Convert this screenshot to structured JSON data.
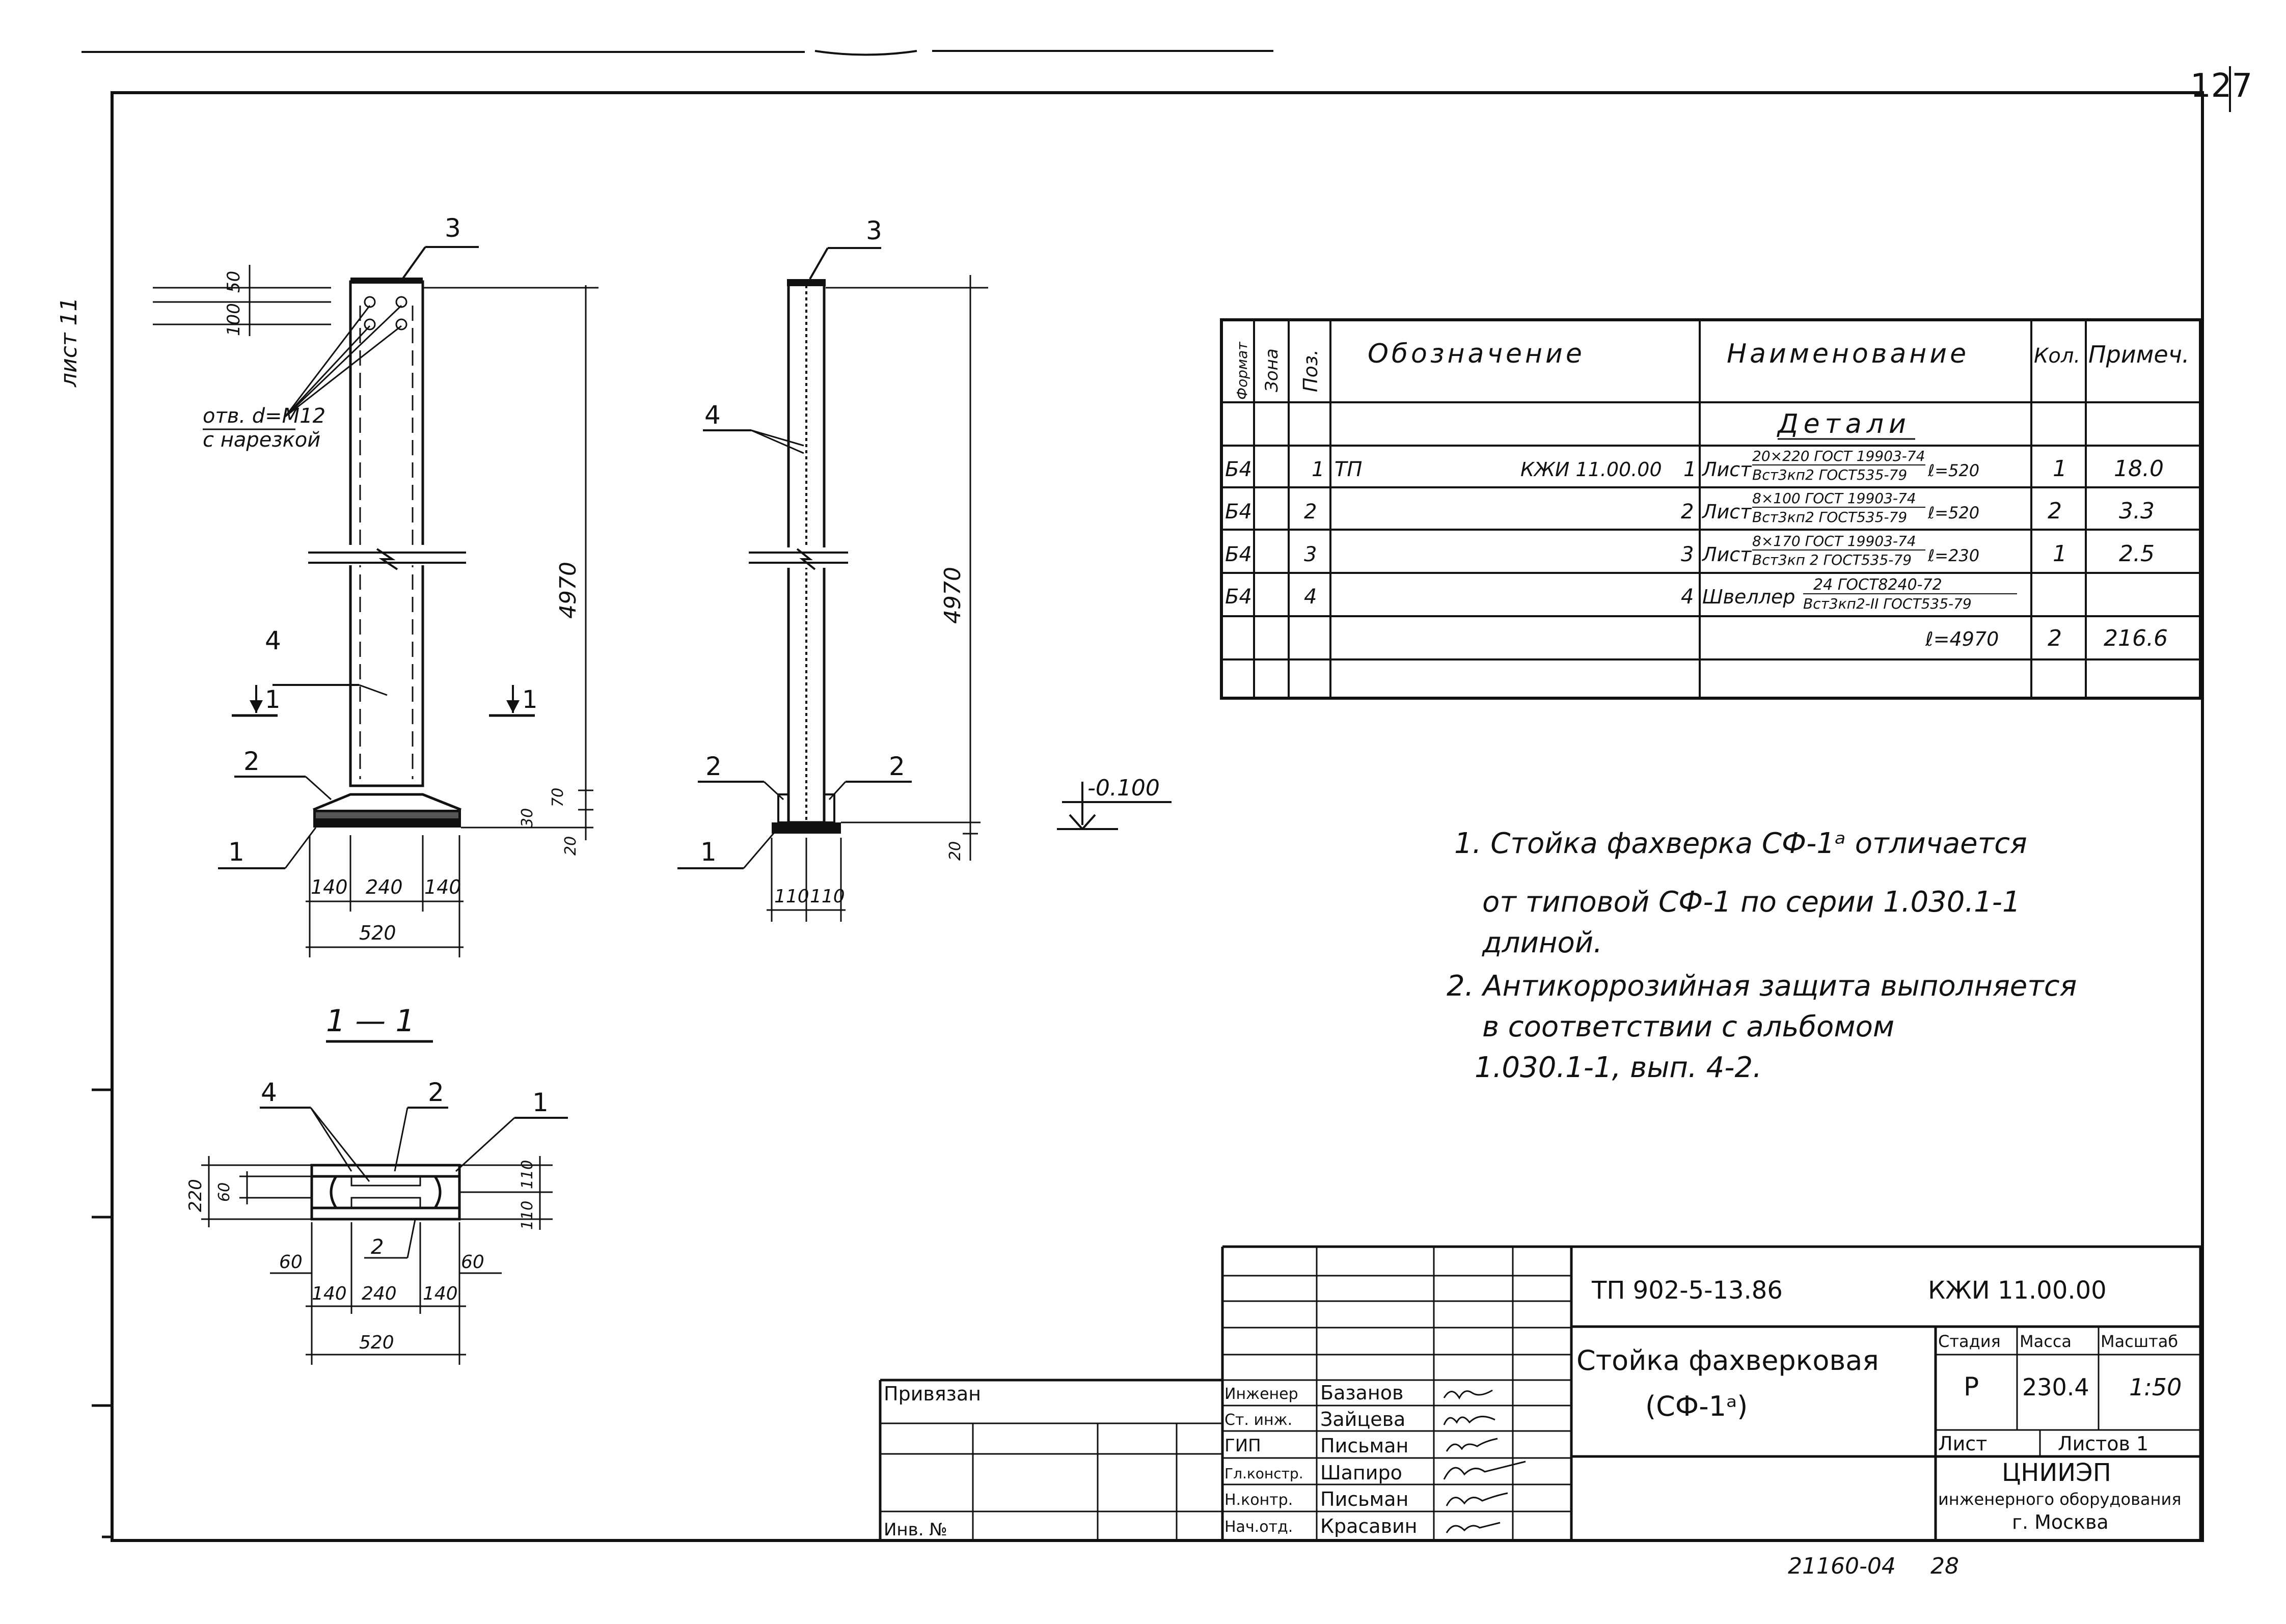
{
  "page_number": "127",
  "side_label": "лист 11",
  "bottom_code": "21160-04",
  "bottom_number": "28",
  "views": {
    "side": {
      "pos_3": "3",
      "pos_4": "4",
      "pos_2": "2",
      "pos_1": "1",
      "hole_note_1": "отв. d=M12",
      "hole_note_2": "с нарезкой",
      "dim_100": "100",
      "dim_50": "50",
      "dim_height": "4970",
      "dim_30": "30",
      "dim_70": "70",
      "dim_20": "20",
      "dim_140_left": "140",
      "dim_240": "240",
      "dim_140_right": "140",
      "dim_520": "520",
      "section_mark_left": "1",
      "section_mark_right": "1"
    },
    "front": {
      "pos_3": "3",
      "pos_4": "4",
      "pos_2_left": "2",
      "pos_2_right": "2",
      "pos_1": "1",
      "dim_height": "4970",
      "dim_20": "20",
      "dim_110_left": "110",
      "dim_110_right": "110",
      "elevation": "-0.100"
    },
    "section": {
      "title": "1 — 1",
      "pos_4": "4",
      "pos_2_top": "2",
      "pos_1": "1",
      "pos_2_bottom": "2",
      "dim_220": "220",
      "dim_60_left": "60",
      "dim_110_top": "110",
      "dim_110_bottom": "110",
      "dim_60_bl": "60",
      "dim_60_br": "60",
      "dim_140_left": "140",
      "dim_240": "240",
      "dim_140_right": "140",
      "dim_520": "520"
    }
  },
  "spec_table": {
    "headers": {
      "format": "Формат",
      "zone": "Зона",
      "pos": "Поз.",
      "designation": "Обозначение",
      "name": "Наименование",
      "qty": "Кол.",
      "note": "Примеч."
    },
    "section_title": "Детали",
    "rows": [
      {
        "format": "Б4",
        "pos": "1",
        "designation": "ТП",
        "designation_code": "КЖИ 11.00.00",
        "designation_num": "1",
        "name_prefix": "Лист",
        "name_top": "20×220 ГОСТ 19903-74",
        "name_bottom": "Вст3кп2 ГОСТ535-79",
        "length": "ℓ=520",
        "qty": "1",
        "note": "18.0"
      },
      {
        "format": "Б4",
        "pos": "2",
        "designation": "",
        "designation_code": "",
        "designation_num": "2",
        "name_prefix": "Лист",
        "name_top": "8×100 ГОСТ 19903-74",
        "name_bottom": "Вст3кп2 ГОСТ535-79",
        "length": "ℓ=520",
        "qty": "2",
        "note": "3.3"
      },
      {
        "format": "Б4",
        "pos": "3",
        "designation": "",
        "designation_code": "",
        "designation_num": "3",
        "name_prefix": "Лист",
        "name_top": "8×170 ГОСТ 19903-74",
        "name_bottom": "Вст3кп 2 ГОСТ535-79",
        "length": "ℓ=230",
        "qty": "1",
        "note": "2.5"
      },
      {
        "format": "Б4",
        "pos": "4",
        "designation": "",
        "designation_code": "",
        "designation_num": "4",
        "name_prefix": "Швеллер",
        "name_top": "24 ГОСТ8240-72",
        "name_bottom": "Вст3кп2-II ГОСТ535-79",
        "length": "",
        "qty": "",
        "note": ""
      },
      {
        "format": "",
        "pos": "",
        "designation": "",
        "designation_code": "",
        "designation_num": "",
        "name_prefix": "",
        "name_top": "",
        "name_bottom": "",
        "length": "ℓ=4970",
        "qty": "2",
        "note": "216.6"
      }
    ]
  },
  "notes": [
    "1. Стойка фахверка СФ-1ᵃ отличается",
    "от типовой СФ-1 по серии 1.030.1-1",
    "длиной.",
    "2. Антикоррозийная защита выполняется",
    "в соответствии с альбомом",
    "1.030.1-1, вып. 4-2."
  ],
  "title_block": {
    "doc_code": "ТП 902-5-13.86",
    "drawing_code": "КЖИ 11.00.00",
    "title_line1": "Стойка фахверковая",
    "title_line2": "(СФ-1ᵃ)",
    "stage_label": "Стадия",
    "mass_label": "Масса",
    "scale_label": "Масштаб",
    "stage": "Р",
    "mass": "230.4",
    "scale": "1:50",
    "sheet_label": "Лист",
    "sheets_label": "Листов 1",
    "org_line1": "ЦНИИЭП",
    "org_line2": "инженерного оборудования",
    "org_line3": "г. Москва",
    "bound_label": "Привязан",
    "inv_label": "Инв. №",
    "people": [
      {
        "role": "Инженер",
        "name": "Базанов"
      },
      {
        "role": "Ст. инж.",
        "name": "Зайцева"
      },
      {
        "role": "ГИП",
        "name": "Письман"
      },
      {
        "role": "Гл.констр.",
        "name": "Шапиро"
      },
      {
        "role": "Н.контр.",
        "name": "Письман"
      },
      {
        "role": "Нач.отд.",
        "name": "Красавин"
      }
    ]
  }
}
